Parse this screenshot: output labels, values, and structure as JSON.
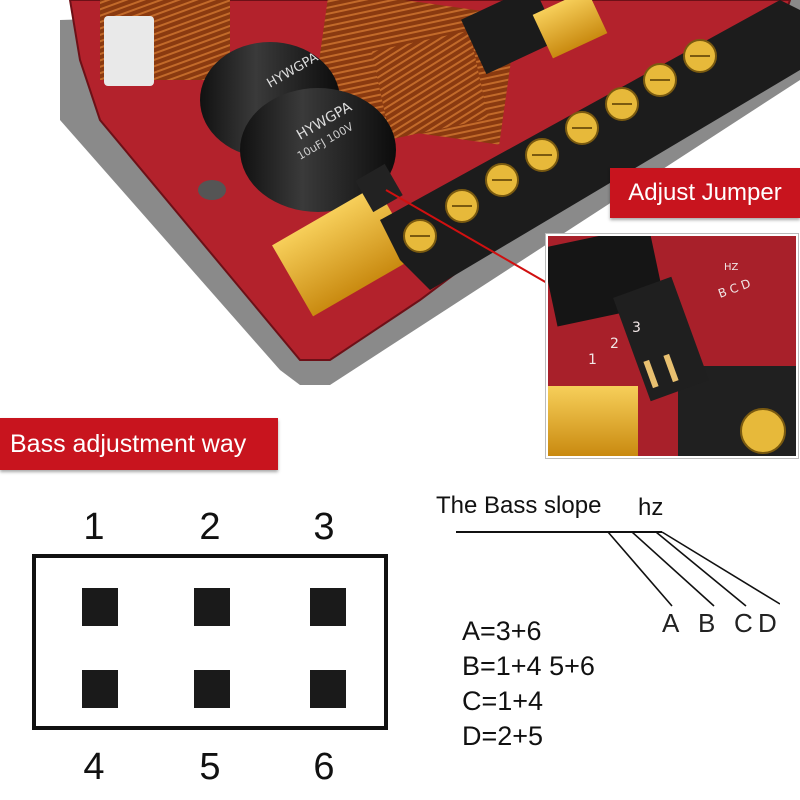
{
  "photo": {
    "capacitor_label": "HYWGPA",
    "capacitor_rating": "10uFJ 100V"
  },
  "inset": {
    "pin_numbers": [
      "1",
      "2",
      "3"
    ],
    "hz_label": "HZ",
    "letters": "B C D"
  },
  "banners": {
    "jumper": "Adjust Jumper",
    "bass": "Bass adjustment way"
  },
  "diagram": {
    "top_numbers": [
      "1",
      "2",
      "3"
    ],
    "bottom_numbers": [
      "4",
      "5",
      "6"
    ]
  },
  "slope": {
    "title": "The Bass slope",
    "unit": "hz",
    "letters": [
      "A",
      "B",
      "C",
      "D"
    ],
    "formulas": [
      "A=3+6",
      "B=1+4 5+6",
      "C=1+4",
      "D=2+5"
    ]
  },
  "colors": {
    "banner_red": "#c8141e",
    "pcb_red": "#a8202a",
    "resistor_gold": "#e0a21a"
  }
}
